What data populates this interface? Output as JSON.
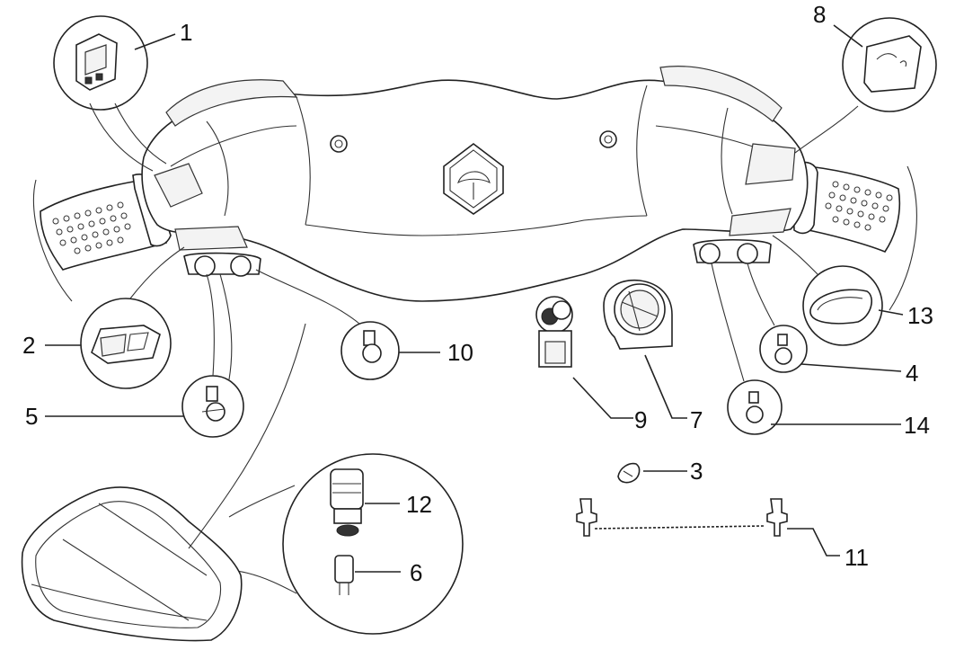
{
  "part_labels": {
    "p1": "1",
    "p2": "2",
    "p3": "3",
    "p4": "4",
    "p5": "5",
    "p6": "6",
    "p7": "7",
    "p8": "8",
    "p9": "9",
    "p10": "10",
    "p11": "11",
    "p12": "12",
    "p13": "13",
    "p14": "14"
  }
}
